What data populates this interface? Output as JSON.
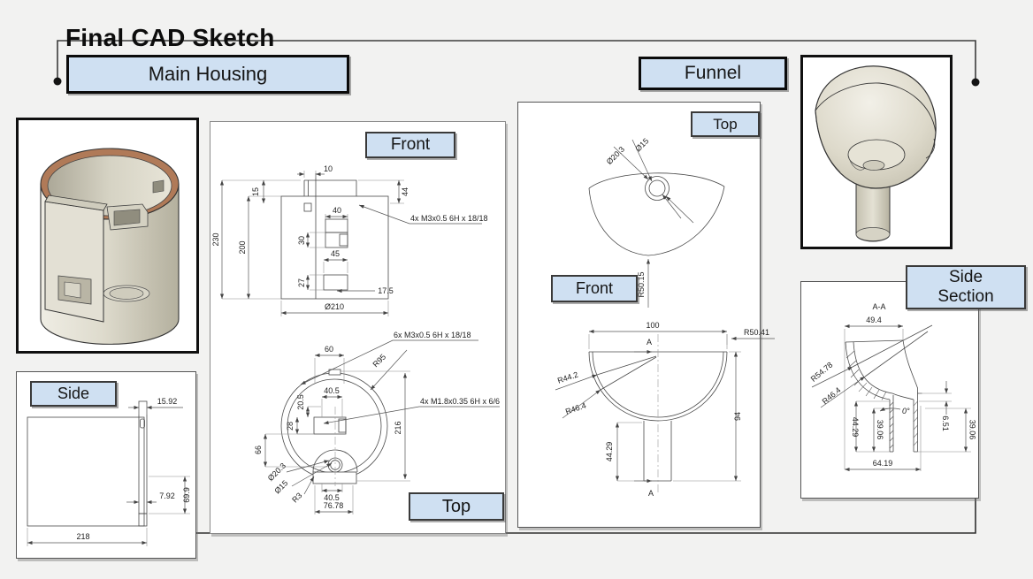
{
  "page": {
    "title": "Final CAD Sketch"
  },
  "colors": {
    "label_fill": "#cfe0f2",
    "page_bg": "#f2f2f1",
    "line": "#4a4a4a",
    "copper": "#b07a58",
    "cream": "#dcd9ca"
  },
  "labels": {
    "main_housing": "Main Housing",
    "funnel": "Funnel",
    "mh_front": "Front",
    "mh_top": "Top",
    "mh_side": "Side",
    "fn_top": "Top",
    "fn_front": "Front",
    "side_section_1": "Side",
    "side_section_2": "Section"
  },
  "mh_front": {
    "d10": "10",
    "d15": "15",
    "d44": "44",
    "d230": "230",
    "d200": "200",
    "d40": "40",
    "d30": "30",
    "d45": "45",
    "d27": "27",
    "d17_5": "17.5",
    "dia210": "Ø210",
    "leader": "4x M3x0.5 6H x 18/18"
  },
  "mh_top": {
    "d60": "60",
    "r95": "R95",
    "d40_5a": "40.5",
    "d20_5": "20.5",
    "d28": "28",
    "d66": "66",
    "d216": "216",
    "dia20_3": "Ø20.3",
    "dia15": "Ø15",
    "r3": "R3",
    "d40_5b": "40.5",
    "d76_78": "76.78",
    "leader1": "6x M3x0.5 6H x 18/18",
    "leader2": "4x M1.8x0.35 6H x 6/6"
  },
  "mh_side": {
    "d15_92": "15.92",
    "d7_92": "7.92",
    "d69_9": "69.9",
    "d218": "218"
  },
  "fn_top": {
    "dia15": "Ø15",
    "dia20_3": "Ø20.3",
    "r50_15": "R50.15"
  },
  "fn_front": {
    "d100": "100",
    "a_top": "A",
    "a_bot": "A",
    "r50_41": "R50.41",
    "r44_2": "R44.2",
    "r46_4": "R46.4",
    "d44_29": "44.29",
    "d94": "94"
  },
  "fn_sec": {
    "title": "A-A",
    "d49_4": "49.4",
    "r54_78": "R54.78",
    "r46_4": "R46.4",
    "d44_29": "44.29",
    "d39_06a": "39.06",
    "d0": "0°",
    "d6_51": "6.51",
    "d39_06b": "39.06",
    "d64_19": "64.19"
  }
}
